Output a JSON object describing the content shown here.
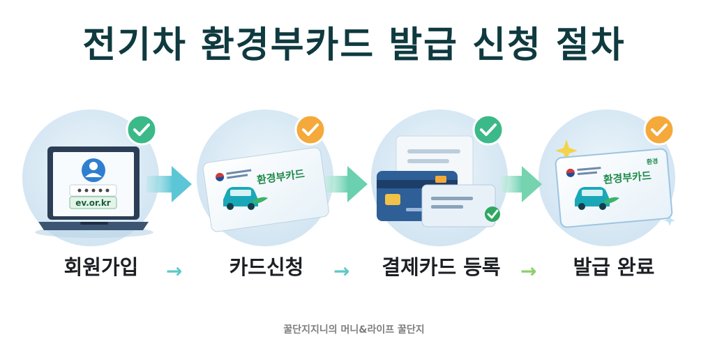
{
  "title": "전기차 환경부카드 발급 신청 절차",
  "steps": [
    {
      "label": "회원가입",
      "url_text": "ev.or.kr",
      "check_color": "#3cb989"
    },
    {
      "label": "카드신청",
      "card_text": "환경부카드",
      "check_color": "#f4a93a"
    },
    {
      "label": "결제카드 등록",
      "check_color": "#3cb989"
    },
    {
      "label": "발급 완료",
      "card_text": "환경부카드",
      "card_badge": "환경",
      "check_color": "#f4a93a"
    }
  ],
  "flow_arrow_glyph": "→",
  "footer": "꿀단지지니의 머니&라이프 꿀단지",
  "colors": {
    "title": "#0f3a3f",
    "circle_bg": "#dcecf6",
    "arrow_teal": "#5fc8c8",
    "arrow_green": "#8dcf6a",
    "card_green": "#1f8a4a",
    "car_teal": "#1aa8b8"
  },
  "icons": [
    "checkmark-icon",
    "user-avatar-icon",
    "laptop-icon",
    "car-icon",
    "credit-card-icon",
    "document-icon",
    "sparkle-icon"
  ]
}
